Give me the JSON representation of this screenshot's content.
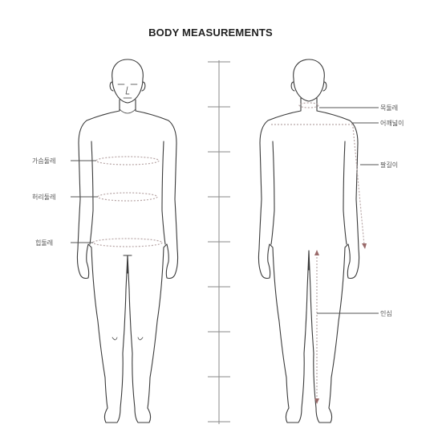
{
  "title": "BODY MEASUREMENTS",
  "front_labels": {
    "chest": "가슴둘레",
    "waist": "허리둘레",
    "hip": "힙둘레"
  },
  "back_labels": {
    "neck": "목둘레",
    "shoulder": "어깨넓이",
    "sleeve": "팔길이",
    "inseam": "인심"
  },
  "colors": {
    "outline": "#3a3a3a",
    "leader": "#555555",
    "measure": "#b8a6a6",
    "arrow": "#9a6a6a",
    "ruler": "#8a8a8a"
  }
}
